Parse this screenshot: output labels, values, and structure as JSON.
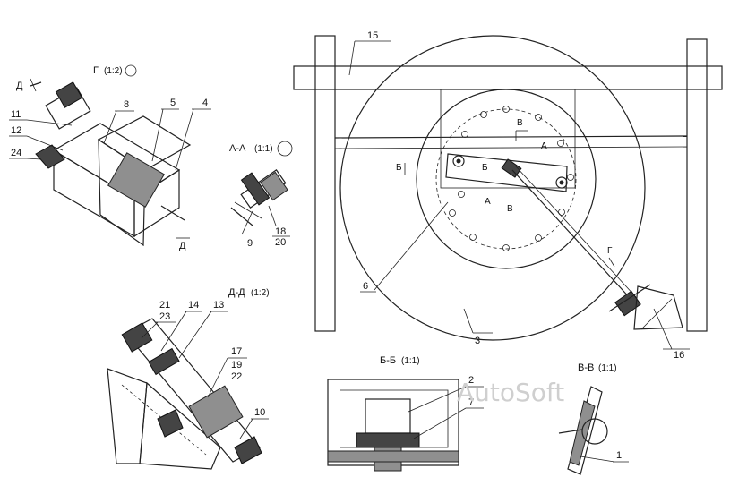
{
  "labels": {
    "p1": "1",
    "p2": "2",
    "p3": "3",
    "p4": "4",
    "p5": "5",
    "p6": "6",
    "p7": "7",
    "p8": "8",
    "p9": "9",
    "p10": "10",
    "p11": "11",
    "p12": "12",
    "p13": "13",
    "p14": "14",
    "p15": "15",
    "p16": "16",
    "p17": "17",
    "p18": "18",
    "p19": "19",
    "p20": "20",
    "p21": "21",
    "p22": "22",
    "p23": "23",
    "p24": "24"
  },
  "sections": {
    "g": "Г",
    "g_scale": "(1:2)",
    "aa": "А-А",
    "aa_scale": "(1:1)",
    "dd": "Д-Д",
    "dd_scale": "(1:2)",
    "bb": "Б-Б",
    "bb_scale": "(1:1)",
    "vv": "В-В",
    "vv_scale": "(1:1)"
  },
  "markers": {
    "d": "Д",
    "a": "А",
    "b": "Б",
    "v": "В",
    "g": "Г"
  },
  "watermark": "AutoSoft"
}
